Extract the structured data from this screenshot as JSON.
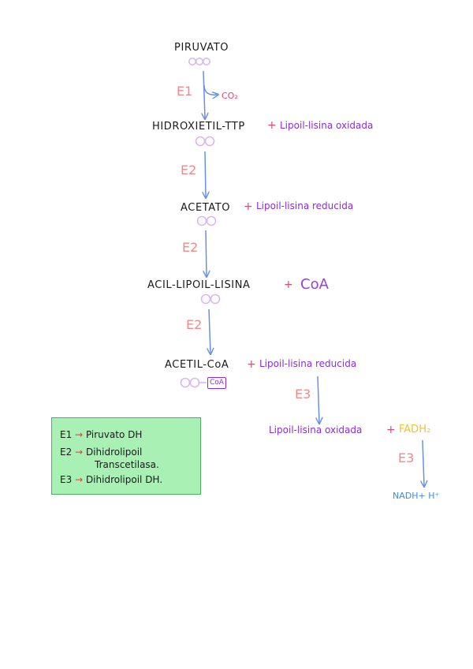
{
  "steps": {
    "piruvato": "PIRUVATO",
    "hidroxietil": "HIDROXIETIL-TTP",
    "acetato": "ACETATO",
    "acil": "ACIL-LIPOIL-LISINA",
    "acetil": "ACETIL-CoA",
    "lipoil_ox": "Lipoil-lisina  oxidada",
    "fadh2": "FADH₂",
    "nadh": "NADH+ H⁺"
  },
  "byproducts": {
    "co2": "CO₂",
    "lip_ox_1": "Lipoil-lisina  oxidada",
    "lip_red_1": "Lipoil-lisina  reducida",
    "coa": "CoA",
    "lip_red_2": "Lipoil-lisina  reducida",
    "coa_tag": "CoA"
  },
  "plus": "+",
  "enzymes": {
    "e1": "E1",
    "e2a": "E2",
    "e2b": "E2",
    "e2c": "E2",
    "e3a": "E3",
    "e3b": "E3"
  },
  "legend": {
    "e1_code": "E1",
    "e1_name": "Piruvato  DH",
    "e2_code": "E2",
    "e2_name_l1": "Dihidrolipoil",
    "e2_name_l2": "Transcetilasa.",
    "e3_code": "E3",
    "e3_name": "Dihidrolipoil  DH.",
    "arrow": "→"
  },
  "colors": {
    "arrow": "#6b8fe6",
    "carbon": "#d9b8f2",
    "enzyme": "#f08a8a",
    "lipoil": "#8a2be2"
  }
}
